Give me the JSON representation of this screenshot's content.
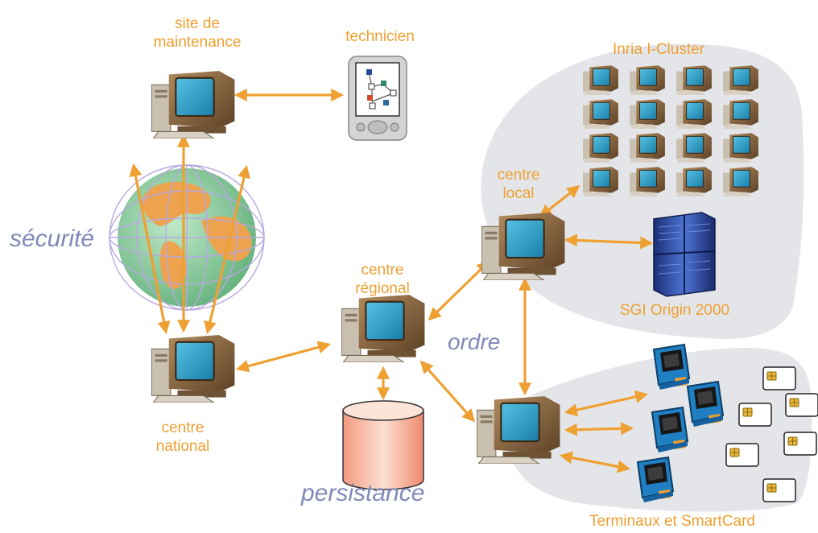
{
  "labels": {
    "maintenance_site": [
      "site de",
      "maintenance"
    ],
    "technician": "technicien",
    "cluster": "Inria I-Cluster",
    "local_center": [
      "centre",
      "local"
    ],
    "regional_center": [
      "centre",
      "régional"
    ],
    "national_center": [
      "centre",
      "national"
    ],
    "origin": "SGI Origin 2000",
    "terminals": "Terminaux et SmartCard"
  },
  "concepts": {
    "security": "sécurité",
    "order": "ordre",
    "persistence": "persistance"
  },
  "colors": {
    "label": "#eea032",
    "arrow": "#eea032",
    "concept": "#8089b8",
    "region_fill": "#e4e5e9",
    "screen": "#2d9cc2",
    "computer_body": "#8a6a44",
    "globe_ocean": "#7fc896",
    "globe_land": "#eda24e",
    "globe_grid": "#b8a8e0",
    "database_fill": "#f6b7a0",
    "server_blue": "#2f4a9e"
  },
  "icons": {
    "computer": "desktop-computer-icon",
    "pda": "pda-icon",
    "globe": "globe-icon",
    "database": "database-cylinder-icon",
    "server": "server-rack-icon",
    "terminal": "card-terminal-icon",
    "smartcard": "smartcard-icon"
  }
}
